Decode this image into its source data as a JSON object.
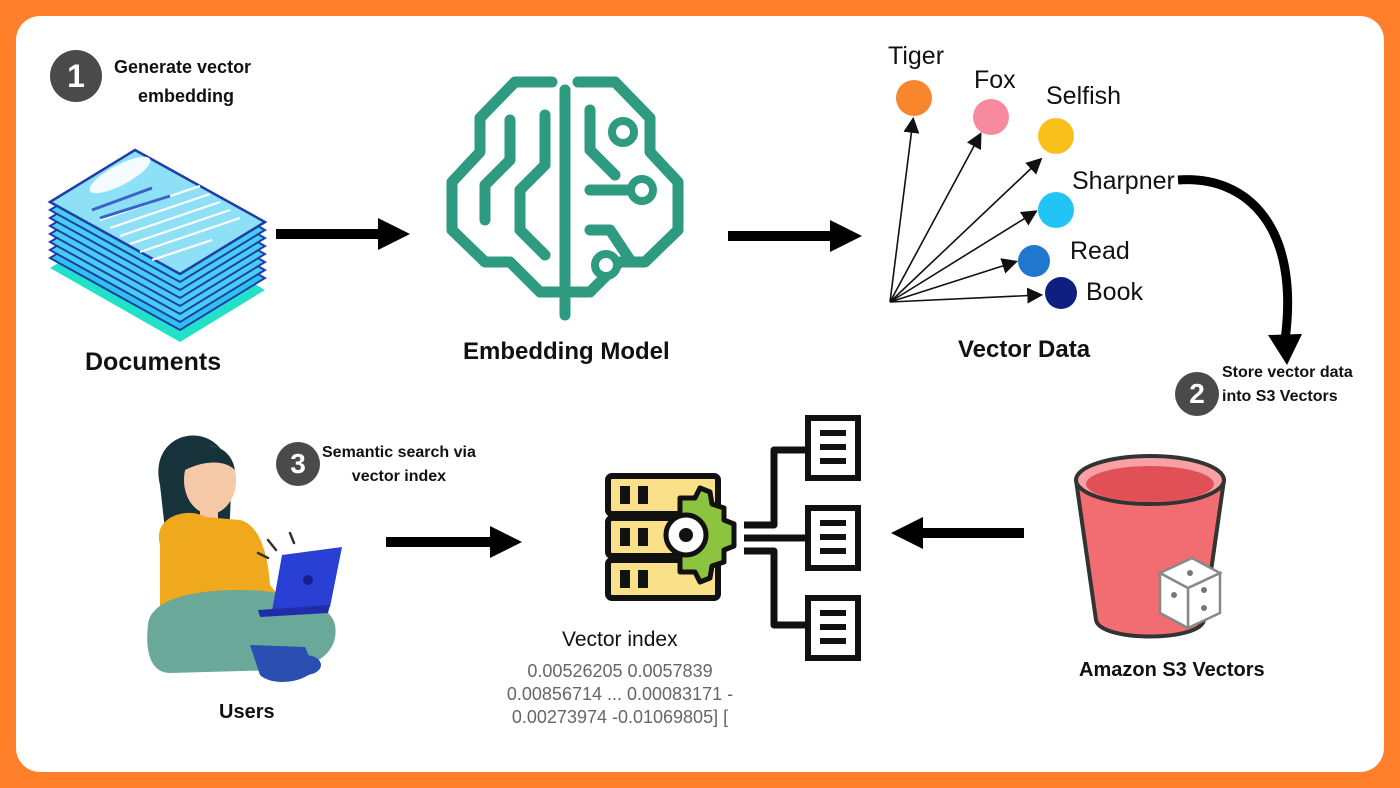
{
  "steps": [
    {
      "number": "1",
      "line1": "Generate vector",
      "line2": "embedding"
    },
    {
      "number": "2",
      "line1": "Store vector data",
      "line2": "into S3 Vectors"
    },
    {
      "number": "3",
      "line1": "Semantic search via",
      "line2": "vector index"
    }
  ],
  "nodes": {
    "documents": "Documents",
    "embedding_model": "Embedding Model",
    "vector_data": "Vector Data",
    "users": "Users",
    "vector_index": "Vector index",
    "s3_vectors": "Amazon S3 Vectors"
  },
  "vector_points": [
    {
      "word": "Tiger",
      "color": "#f7862d"
    },
    {
      "word": "Fox",
      "color": "#f88aa0"
    },
    {
      "word": "Selfish",
      "color": "#f9c01c"
    },
    {
      "word": "Sharpner",
      "color": "#21c4f4"
    },
    {
      "word": "Read",
      "color": "#1f77d0"
    },
    {
      "word": "Book",
      "color": "#0e1f80"
    }
  ],
  "vector_values": [
    "0.00526205   0.0057839",
    "0.00856714 ...  0.00083171 -",
    "0.00273974   -0.01069805] ["
  ],
  "colors": {
    "frame": "#ff7f2a",
    "brain": "#2e9a80",
    "bucket": "#f26d72",
    "server": "#fbe08a",
    "gear": "#8cc440",
    "laptop": "#2a3fd3"
  },
  "icons": [
    "documents-stack-icon",
    "brain-circuit-icon",
    "vector-server-icon",
    "database-bucket-icon",
    "user-with-laptop-icon"
  ]
}
